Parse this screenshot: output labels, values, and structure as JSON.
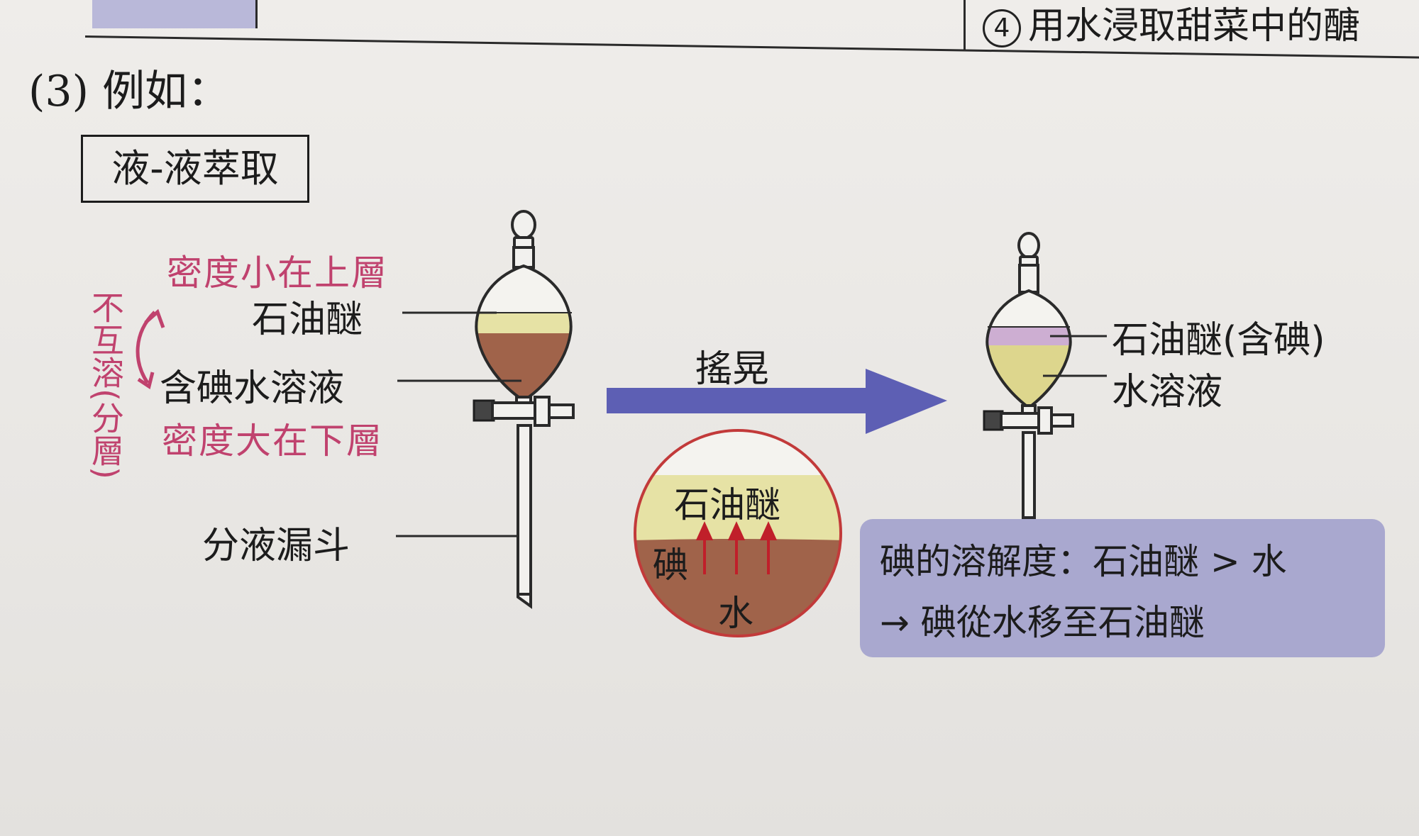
{
  "header": {
    "section_label": "(3) 例如：",
    "method_title": "液-液萃取",
    "top_item_number": "4",
    "top_item_text": "用水浸取甜菜中的醣"
  },
  "handwritten_notes": {
    "top": "密度小在上層",
    "bottom": "密度大在下層",
    "side": "不互溶(分層)"
  },
  "left_funnel": {
    "upper_layer_label": "石油醚",
    "lower_layer_label": "含碘水溶液",
    "funnel_label": "分液漏斗"
  },
  "process": {
    "action_label": "搖晃"
  },
  "zoom_circle": {
    "top_label": "石油醚",
    "iodine_label": "碘",
    "bottom_label": "水"
  },
  "right_funnel": {
    "upper_layer_label": "石油醚(含碘)",
    "lower_layer_label": "水溶液"
  },
  "info_box": {
    "line1": "碘的溶解度：石油醚 > 水",
    "line2": "→ 碘從水移至石油醚"
  },
  "colors": {
    "petroleum_ether": "#e6e2a5",
    "iodine_water": "#a0634a",
    "violet_layer": "#cdaed2",
    "yellow_water": "#ddd68d",
    "arrow": "#5d5fb4",
    "info_box": "#a9a8cf",
    "note": "#c0426e",
    "zoom_border": "#c23a3a"
  }
}
